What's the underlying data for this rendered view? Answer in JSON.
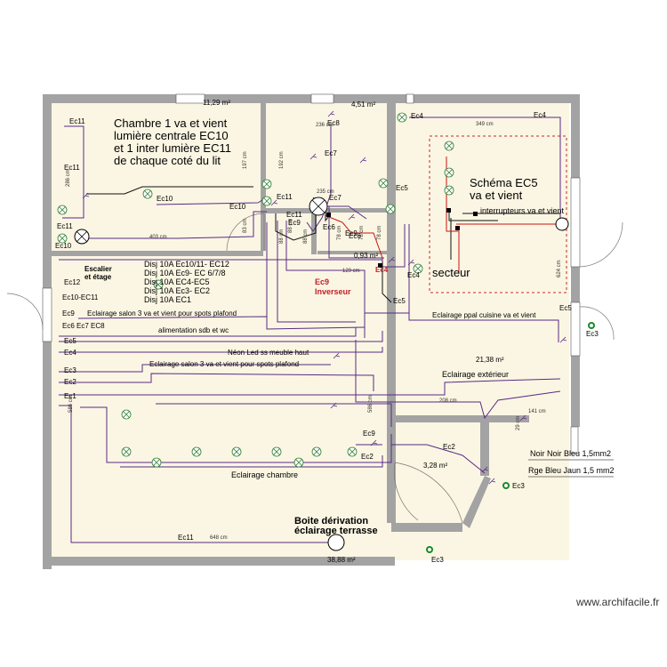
{
  "room_areas": [
    "11,29 m²",
    "4,51 m²",
    "0,93 m²",
    "21,38 m²",
    "3,28 m²",
    "38,88 m²"
  ],
  "dimensions": [
    "286 cm",
    "197 cm",
    "403 cm",
    "83 cm",
    "192 cm",
    "236 cm",
    "88 cm",
    "88 cm",
    "88 cm",
    "78 cm",
    "78 cm",
    "78 cm",
    "129 cm",
    "235 cm",
    "349 cm",
    "624 cm",
    "586 cm",
    "586 cm",
    "208 cm",
    "141 cm",
    "29 cm",
    "648 cm"
  ],
  "notes": {
    "chambre": [
      "Chambre 1 va et vient",
      "lumière centrale EC10",
      "et 1 inter lumière EC11",
      "de chaque coté du lit"
    ],
    "schema": [
      "Schéma EC5",
      "va et vient"
    ],
    "interrupteurs": "interrupteurs va et vient",
    "secteur": "secteur",
    "escalier": [
      "Escalier",
      "et étage"
    ],
    "disj": [
      "Disj 10A Ec10/11- EC12",
      "Disj 10A Ec9- EC 6/7/8",
      "Disj 10A EC4-EC5",
      "Disj 10A Ec3- EC2",
      "Disj 10A EC1"
    ],
    "inverseur": [
      "Ec9",
      "Inverseur"
    ],
    "boite": [
      "Boite dérivation",
      "éclairage terrasse"
    ]
  },
  "circuit_labels": [
    "Ec11",
    "Ec11",
    "Ec11",
    "Ec10",
    "Ec10",
    "Ec10",
    "Ec11",
    "Ec8",
    "Ec7",
    "Ec7",
    "Ec9",
    "Ec6",
    "Ec6",
    "Ec11",
    "Ec4",
    "Ec4",
    "Ec5",
    "Ec4",
    "Ec4",
    "Ec5",
    "Ec5",
    "Ec12",
    "Ec10-EC11",
    "Ec9",
    "Ec6 Ec7 EC8",
    "Ec5",
    "Ec4",
    "Ec3",
    "Ec2",
    "Ec1",
    "Ec9",
    "Ec2",
    "Ec2",
    "Ec11",
    "Ec3",
    "Ec3",
    "Ec3",
    "Ec9"
  ],
  "wire_labels": [
    "Eclairage salon 3 va et vient pour spots plafond",
    "alimentation sdb et wc",
    "Néon Led ss meuble haut",
    "Eclairage salon 3 va et vient pour spots plafond",
    "Eclairage ppal cuisine va et vient",
    "Eclairage extérieur",
    "Eclairage chambre"
  ],
  "legend": [
    "Noir Noir Bleu 1,5mm2",
    "Rge Bleu Jaun 1,5 mm2"
  ],
  "watermark": "www.archifacile.fr",
  "colors": {
    "wall": "#9a9a9a",
    "floor": "#fbf6e3",
    "wire": "#5a2a86",
    "red_wire": "#cc1111",
    "green": "#1a8a2a"
  }
}
